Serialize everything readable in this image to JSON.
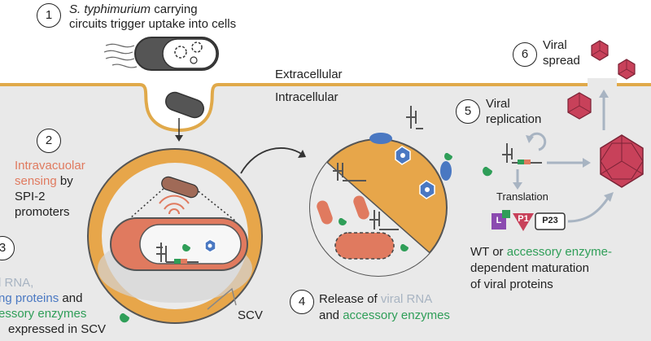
{
  "colors": {
    "membrane": "#e0a94a",
    "cytoplasm": "#e9e9e9",
    "vacuole_fill": "#e7a64a",
    "salmonella": "#e07a5f",
    "virus": "#c8415a",
    "green": "#2f9e58",
    "blue": "#4a78c2",
    "text": "#222222"
  },
  "regions": {
    "extracellular": "Extracellular",
    "intracellular": "Intracellular"
  },
  "steps": [
    {
      "number": "1",
      "line1_italic": "S. typhimurium",
      "line1_rest": " carrying",
      "line2": "circuits trigger uptake into cells"
    },
    {
      "number": "2",
      "line1": "Intravacuolar",
      "line2_colored": "sensing",
      "line2_rest": " by",
      "line3": "SPI-2",
      "line4": "promoters"
    },
    {
      "number": "3",
      "line1": "l RNA,",
      "line2_colored": "ng proteins",
      "line2_rest": " and",
      "line3_colored": "essory enzymes",
      "line4": "expressed in SCV"
    },
    {
      "number": "4",
      "line1_pre": "Release of ",
      "line1_colored": "viral RNA",
      "line2_pre": "and ",
      "line2_colored": "accessory enzymes"
    },
    {
      "number": "5",
      "line1": "Viral",
      "line2": "replication",
      "translation": "Translation"
    },
    {
      "number": "6",
      "line1": "Viral",
      "line2": "spread"
    }
  ],
  "protein_tags": {
    "l": "L",
    "p1": "P1",
    "p23": "P23"
  },
  "maturation": {
    "line1_pre": "WT or ",
    "line1_colored": "accessory enzyme-",
    "line2": "dependent maturation",
    "line3": "of viral proteins"
  },
  "scv_label": "SCV"
}
